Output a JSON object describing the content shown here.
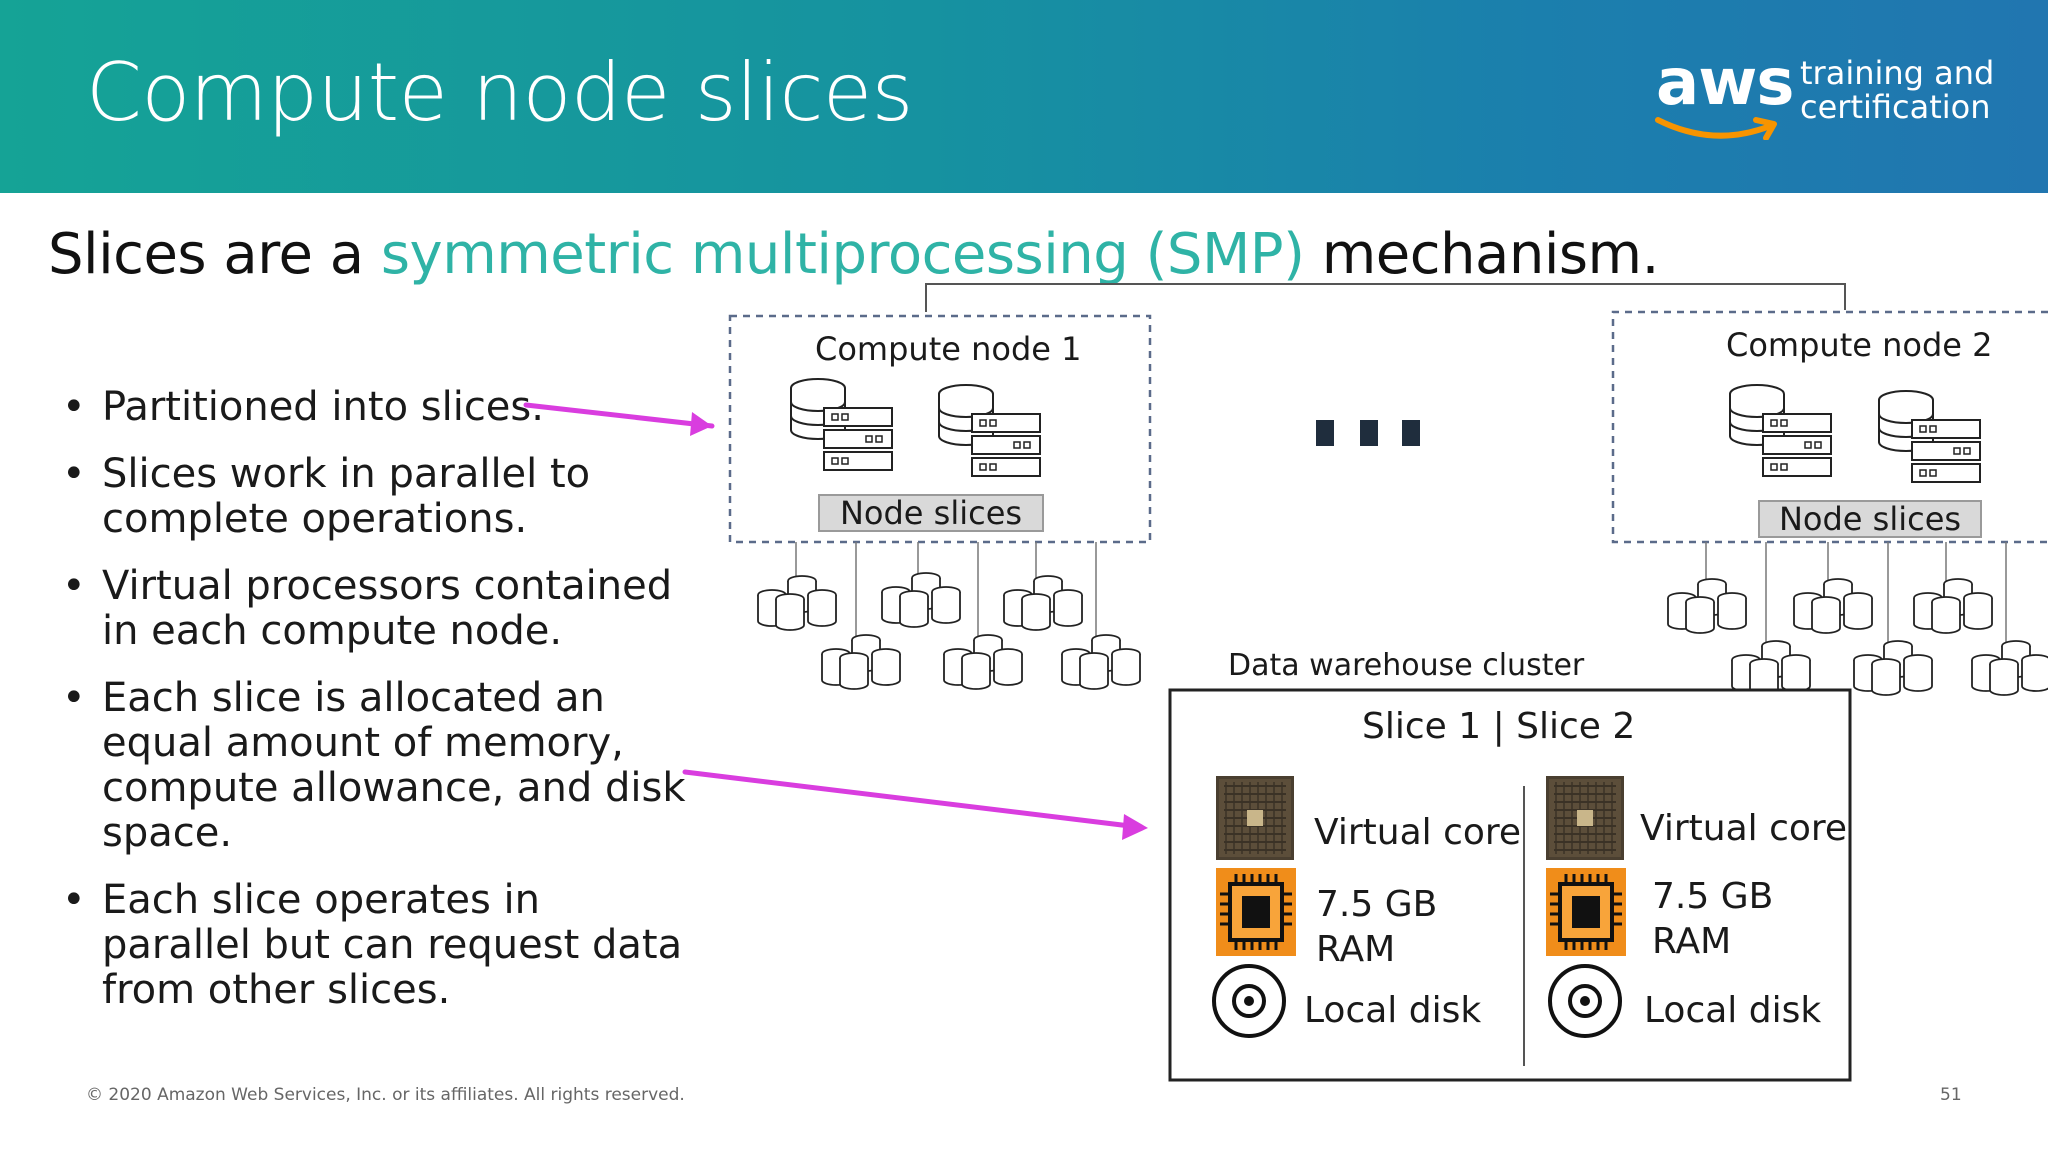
{
  "header": {
    "title": "Compute node slices",
    "logo_wordmark": "aws",
    "logo_tagline_line1": "training and",
    "logo_tagline_line2": "certification"
  },
  "subtitle": {
    "prefix": "Slices are a ",
    "highlight": "symmetric multiprocessing (SMP)",
    "suffix": " mechanism."
  },
  "bullets": [
    "Partitioned into slices.",
    "Slices work in parallel to complete operations.",
    "Virtual processors contained in each compute node.",
    "Each slice is allocated an equal amount of memory, compute allowance, and disk space.",
    "Each slice operates in parallel but can request data from other slices."
  ],
  "diagram": {
    "node1_title": "Compute node 1",
    "node2_title": "Compute node 2",
    "node1_slices_label": "Node slices",
    "node2_slices_label": "Node slices",
    "cluster_label": "Data warehouse cluster",
    "slice_header": "Slice 1 | Slice 2",
    "slice1": {
      "core": "Virtual core",
      "ram_line1": "7.5 GB",
      "ram_line2": "RAM",
      "disk": "Local disk"
    },
    "slice2": {
      "core": "Virtual core",
      "ram_line1": "7.5 GB",
      "ram_line2": "RAM",
      "disk": "Local disk"
    }
  },
  "colors": {
    "banner_start": "#15a396",
    "banner_end": "#2176b0",
    "highlight": "#2fb3a6",
    "arrow": "#d93ddf",
    "logo_smile": "#f79400"
  },
  "footer": {
    "copyright": "© 2020 Amazon Web Services, Inc. or its affiliates. All rights reserved.",
    "page_number": "51"
  }
}
